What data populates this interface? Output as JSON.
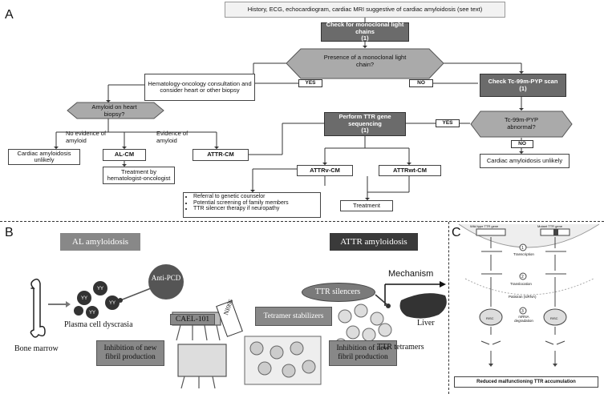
{
  "panelA": {
    "letter": "A",
    "top": "History, ECG, echocardiogram, cardiac MRI suggestive of cardiac amyloidosis (see text)",
    "check_light": "Check for monoclonal light chains",
    "check_light_num": "(1)",
    "presence": "Presence of a monoclonal light chain?",
    "yes": "YES",
    "no": "NO",
    "hemonc": "Hematology-oncology consultation and consider heart or other biopsy",
    "check_pyp": "Check Tc-99m-PYP scan",
    "check_pyp_num": "(1)",
    "amyloid_biopsy": "Amyloid on heart biopsy?",
    "no_evidence": "No evidence of amyloid",
    "evidence": "Evidence of amyloid",
    "perform_ttr": "Perform TTR gene sequencing",
    "perform_ttr_num": "(1)",
    "yes2": "YES",
    "pyp_abnormal": "Tc-99m-PYP abnormal?",
    "no2": "NO",
    "cardiac_unlikely_left": "Cardiac amyloidosis unlikely",
    "al_cm": "AL-CM",
    "attr_cm": "ATTR-CM",
    "attrv": "ATTRv-CM",
    "attrwt": "ATTRwt-CM",
    "cardiac_unlikely_right": "Cardiac amyloidosis unlikely",
    "treatment_heme": "Treatment by hematologist-oncologist",
    "bullets": [
      "Referral to genetic counselor",
      "Potential screening of family members",
      "TTR silencer therapy if neuropathy"
    ],
    "treatment": "Treatment"
  },
  "panelB": {
    "letter": "B",
    "al_title": "AL amyloidosis",
    "attr_title": "ATTR amyloidosis",
    "anti_pcd": "Anti-PCD",
    "plasma": "Plasma cell dyscrasia",
    "bone_marrow": "Bone marrow",
    "cael": "CAEL-101",
    "ni006": "NI006",
    "inhibition_left": "Inhibition of new fibril production",
    "inhibition_right": "Inhibition of new fibril production",
    "tetramer": "Tetramer stabilizers",
    "ttr_silencers": "TTR silencers",
    "mechanism": "Mechanism",
    "liver": "Liver",
    "ttr_tetramers": "TTR tetramers"
  },
  "panelC": {
    "letter": "C",
    "wild": "Wild type TTR gene",
    "mutant": "Mutant TTR gene",
    "step1": "1",
    "transcription": "Transcription",
    "step2": "2",
    "translocation": "Translocation",
    "patisiran": "Patisiran (siRNA)",
    "step3": "3",
    "mrna_deg": "mRNA degradation",
    "risc": "RISC",
    "result": "Reduced malfunctioning TTR accumulation"
  }
}
